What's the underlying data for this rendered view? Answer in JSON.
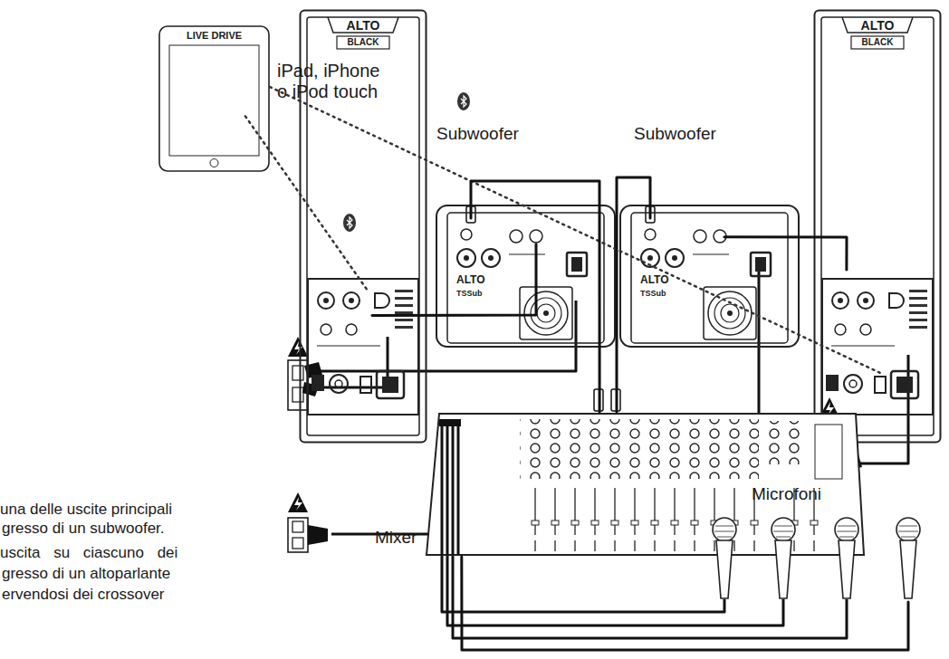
{
  "diagram": {
    "nodes": [
      {
        "text": [
          "LIVE DRIVE"
        ]
      },
      {
        "text": [
          "ALTO",
          "BLACK"
        ]
      },
      {
        "text": [
          "Subwoofer",
          "ALTO",
          "TSSub"
        ]
      },
      {
        "text": [
          "Subwoofer",
          "ALTO",
          "TSSub"
        ]
      },
      {
        "text": [
          "ALTO",
          "BLACK"
        ]
      },
      {
        "text": [
          "Mixer"
        ]
      },
      {
        "text": [
          "Microfoni"
        ]
      }
    ],
    "edges": [
      {
        "from": 0,
        "to": 1,
        "arrow": "none"
      },
      {
        "from": 0,
        "to": 4,
        "arrow": "none"
      },
      {
        "from": 5,
        "to": 2,
        "arrow": "none"
      },
      {
        "from": 5,
        "to": 3,
        "arrow": "none"
      },
      {
        "from": 2,
        "to": 1,
        "arrow": "none"
      },
      {
        "from": 3,
        "to": 4,
        "arrow": "none"
      },
      {
        "from": 6,
        "to": 5,
        "arrow": "none"
      }
    ],
    "labels": [
      "iPad, iPhone o iPod touch",
      "una delle uscite principali",
      "gresso di un subwoofer.",
      "uscita su ciascuno dei",
      "gresso di un altoparlante",
      "ervendosi dei crossover"
    ]
  }
}
